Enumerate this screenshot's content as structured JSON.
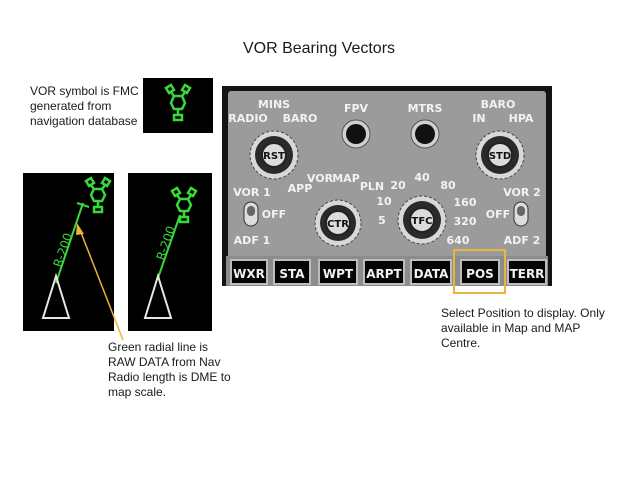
{
  "title": "VOR Bearing Vectors",
  "notes": {
    "vor_symbol": "VOR symbol is FMC generated from navigation database",
    "radial_line": "Green radial line is RAW DATA from Nav Radio length is DME to map scale.",
    "position": "Select Position to display. Only available in Map and MAP Centre."
  },
  "display": {
    "radial_label": "R-200"
  },
  "efis": {
    "mins_label": "MINS",
    "radio_label": "RADIO",
    "baro_label": "BARO",
    "rst_label": "RST",
    "fpv_label": "FPV",
    "mtrs_label": "MTRS",
    "baro2_label": "BARO",
    "in_label": "IN",
    "hpa_label": "HPA",
    "std_label": "STD",
    "vor1_label": "VOR 1",
    "off1_label": "OFF",
    "adf1_label": "ADF 1",
    "mode_labels": [
      "APP",
      "VOR",
      "MAP",
      "PLN"
    ],
    "ctr_label": "CTR",
    "range_labels": [
      "5",
      "10",
      "20",
      "40",
      "80",
      "160",
      "320",
      "640"
    ],
    "tfc_label": "TFC",
    "vor2_label": "VOR 2",
    "off2_label": "OFF",
    "adf2_label": "ADF 2",
    "buttons": [
      "WXR",
      "STA",
      "WPT",
      "ARPT",
      "DATA",
      "POS",
      "TERR"
    ]
  },
  "colors": {
    "nav_green": "#39d83a",
    "highlight": "#e7b73a",
    "panel_gray": "#9b9b9b"
  }
}
